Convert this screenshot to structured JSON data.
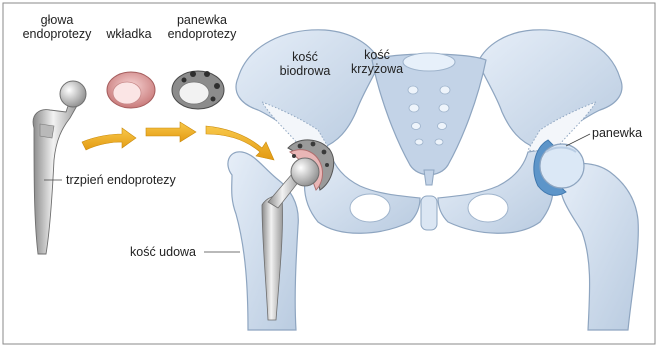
{
  "labels": {
    "head": [
      "głowa",
      "endoprotezy"
    ],
    "liner": "wkładka",
    "cup": [
      "panewka",
      "endoprotezy"
    ],
    "iliac": [
      "kość",
      "biodrowa"
    ],
    "sacrum": [
      "kość",
      "krzyżowa"
    ],
    "acetabulum": "panewka",
    "stem": "trzpień endoprotezy",
    "femur": "kość udowa"
  },
  "colors": {
    "bone": "#cfdcec",
    "bone_dark": "#9fb4cc",
    "bone_light": "#e4ecf6",
    "arrow": "#f1b021",
    "liner": "#e6a3a3",
    "cartilage": "#cde6f4",
    "metal": "#cfcfcf"
  }
}
